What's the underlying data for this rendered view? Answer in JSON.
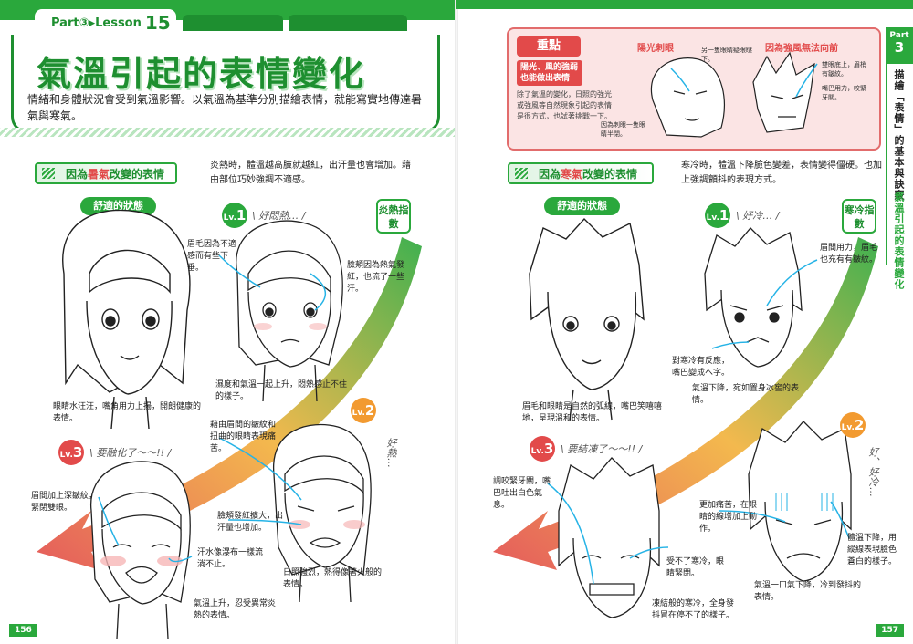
{
  "left": {
    "part_label": "Part③▸Lesson",
    "lesson_num": "15",
    "title": "氣溫引起的表情變化",
    "intro": "情緒和身體狀況會受到氣溫影響。以氣溫為基準分別描繪表情，就能寫實地傳達暑氣與寒氣。",
    "section_pre": "因為",
    "section_hl": "暑氣",
    "section_post": "改變的表情",
    "section_desc": "炎熱時，體溫越高臉就越紅，出汗量也會增加。藉由部位巧妙強調不適感。",
    "comfort_label": "舒適的狀態",
    "badge": "炎熱指數",
    "lv1_mood": "\\ 好悶熱… /",
    "lv2_mood": "好熱…",
    "lv3_mood": "\\ 要融化了～～!! /",
    "cap_comfort": "眼睛水汪汪，嘴角用力上揚，開朗健康的表情。",
    "cap_brow1": "眉毛因為不適感而有些下垂。",
    "cap_cheek1": "臉頰因為熱氣發紅，也流了一些汗。",
    "cap_lv1": "濕度和氣溫一起上升，悶熱感止不住的樣子。",
    "cap_lv2_brow": "藉由眉間的皺紋和扭曲的眼睛表現痛苦。",
    "cap_lv2_cheek": "臉頰發紅擴大，出汗量也增加。",
    "cap_lv2": "日照強烈，熱得像著火般的表情。",
    "cap_lv3_brow": "眉間加上深皺紋，緊閉雙眼。",
    "cap_lv3_sweat": "汗水像瀑布一樣流淌不止。",
    "cap_lv3": "氣溫上升，忍受異常炎熱的表情。",
    "page_num": "156"
  },
  "right": {
    "side_part": "Part",
    "side_num": "3",
    "side_text": "描繪「表情」的基本與訣竅",
    "side_text2": "氣溫引起的表情變化",
    "tip_label": "重點",
    "tip_sub": "陽光、風的強弱也能做出表情",
    "tip_body": "除了氣溫的變化，日照的強光或強風等自然現象引起的表情是很方式，也試著挑戰一下。",
    "tip_h1": "陽光刺眼",
    "tip_h2": "因為強風無法向前",
    "tip_ann1": "另一隻眼睛疑眼瞇下。",
    "tip_ann2": "因為刺眼一隻眼睛半閉。",
    "tip_ann3": "雙眼底上，眉梢有皺紋。",
    "tip_ann4": "嘴巴用力，咬緊牙關。",
    "section_pre": "因為",
    "section_hl": "寒氣",
    "section_post": "改變的表情",
    "section_desc": "寒冷時，體溫下降臉色變差，表情變得僵硬。也加上強調顫抖的表現方式。",
    "comfort_label": "舒適的狀態",
    "badge": "寒冷指數",
    "lv1_mood": "\\ 好冷… /",
    "lv2_mood": "好、好冷…",
    "lv3_mood": "\\ 要結凍了～～!! /",
    "cap_comfort": "眉毛和眼睛是自然的弧線，嘴巴笑嘻嘻地，呈現溫和的表情。",
    "cap_brow1": "眉間用力，眉毛也充有有皺紋。",
    "cap_mouth1": "對寒冷有反應，嘴巴變成へ字。",
    "cap_lv1": "氣溫下降，宛如置身冰窖的表情。",
    "cap_lv2_eye": "更加痛苦，在眼睛的線增加上動作。",
    "cap_lv2_cheek": "體溫下降，用縱線表現臉色蒼白的樣子。",
    "cap_lv2": "氣溫一口氣下降，冷到發抖的表情。",
    "cap_lv3_teeth": "調咬緊牙關，嘴巴吐出白色氣息。",
    "cap_lv3_eye": "受不了寒冷，眼睛緊閉。",
    "cap_lv3": "凍結般的寒冷，全身發抖冒在停不了的樣子。",
    "page_num": "157"
  },
  "colors": {
    "green": "#2aa83c",
    "dark_green": "#1e8f30",
    "accent_red": "#e24a4a",
    "orange": "#f29a30",
    "pink_bg": "#fbe4e4",
    "cyan_line": "#26b3e6"
  }
}
